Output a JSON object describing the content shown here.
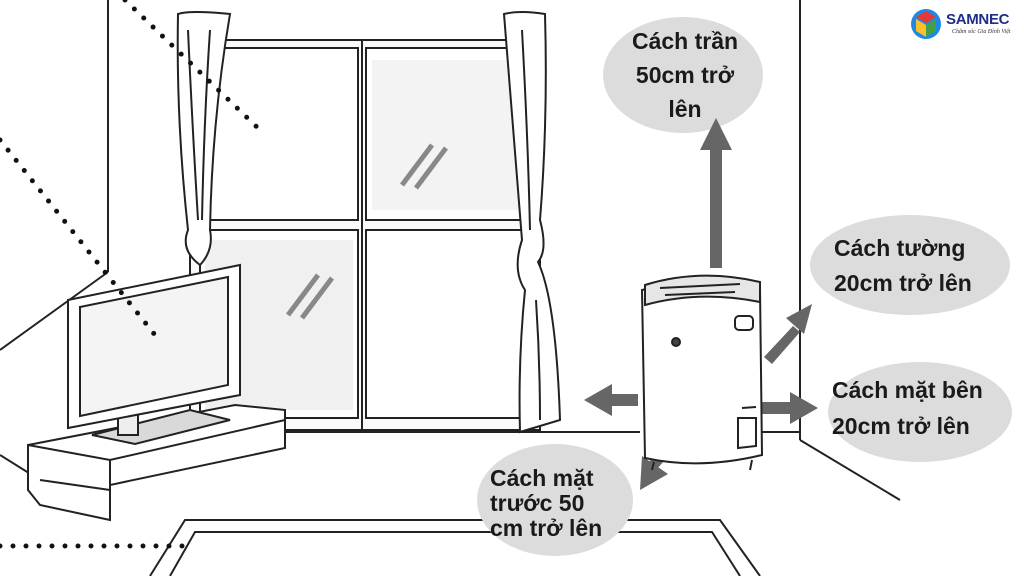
{
  "brand": {
    "name": "SAMNEC",
    "tagline": "Chăm sóc Gia Đình Việt"
  },
  "labels": {
    "ceiling": [
      "Cách trần",
      "50cm trở",
      "lên"
    ],
    "wall": [
      "Cách tường",
      "20cm trở lên"
    ],
    "side": [
      "Cách mặt bên",
      "20cm trở lên"
    ],
    "front": [
      "Cách mặt",
      "trước 50",
      "cm trở lên"
    ]
  },
  "colors": {
    "arrow": "#666666",
    "bubble": "#dcdcdc",
    "line": "#222222",
    "logo_red": "#e53935",
    "logo_yellow": "#fbc02d",
    "logo_green": "#43a047",
    "logo_blue": "#1e88e5"
  },
  "icons": [
    "dehumidifier-icon",
    "tv-icon",
    "window-icon",
    "curtain-icon",
    "arrow-icon",
    "logo-icon"
  ]
}
